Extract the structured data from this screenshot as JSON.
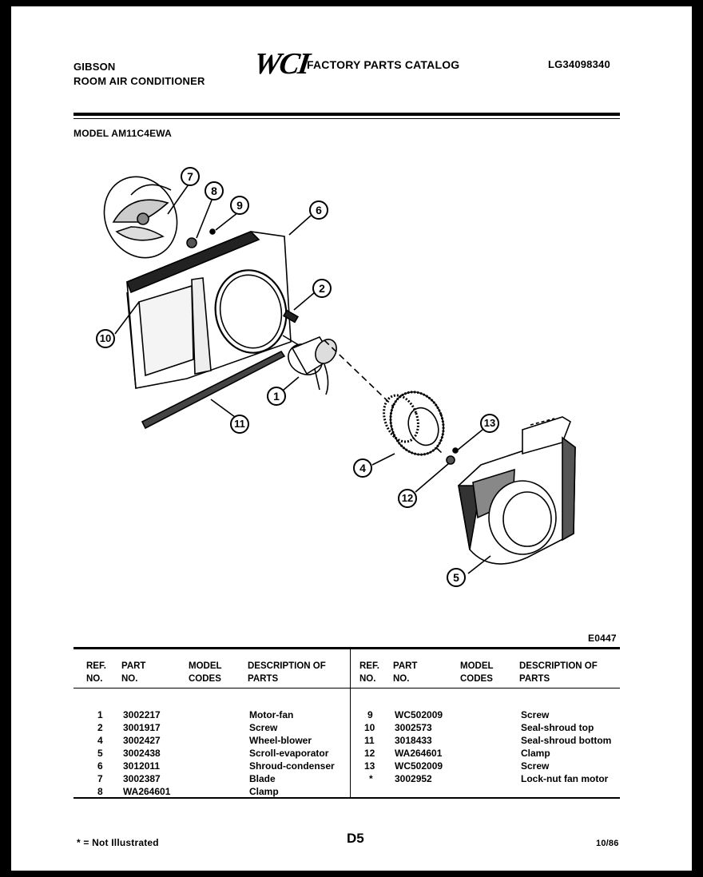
{
  "header": {
    "brand": "GIBSON",
    "product": "ROOM AIR CONDITIONER",
    "logo": "WCI",
    "catalog_title": "FACTORY PARTS CATALOG",
    "catalog_number": "LG34098340",
    "model_label": "MODEL AM11C4EWA"
  },
  "diagram": {
    "figure_id": "E0447",
    "callouts": [
      "7",
      "8",
      "9",
      "6",
      "2",
      "10",
      "1",
      "11",
      "13",
      "4",
      "12",
      "5"
    ]
  },
  "table": {
    "headers": {
      "ref_no": "REF. NO.",
      "part_no": "PART NO.",
      "model_codes": "MODEL CODES",
      "description": "DESCRIPTION OF PARTS"
    },
    "left_rows": [
      {
        "ref": "1",
        "part": "3002217",
        "code": "",
        "desc": "Motor-fan"
      },
      {
        "ref": "2",
        "part": "3001917",
        "code": "",
        "desc": "Screw"
      },
      {
        "ref": "4",
        "part": "3002427",
        "code": "",
        "desc": "Wheel-blower"
      },
      {
        "ref": "5",
        "part": "3002438",
        "code": "",
        "desc": "Scroll-evaporator"
      },
      {
        "ref": "6",
        "part": "3012011",
        "code": "",
        "desc": "Shroud-condenser"
      },
      {
        "ref": "7",
        "part": "3002387",
        "code": "",
        "desc": "Blade"
      },
      {
        "ref": "8",
        "part": "WA264601",
        "code": "",
        "desc": "Clamp"
      }
    ],
    "right_rows": [
      {
        "ref": "9",
        "part": "WC502009",
        "code": "",
        "desc": "Screw"
      },
      {
        "ref": "10",
        "part": "3002573",
        "code": "",
        "desc": "Seal-shroud top"
      },
      {
        "ref": "11",
        "part": "3018433",
        "code": "",
        "desc": "Seal-shroud bottom"
      },
      {
        "ref": "12",
        "part": "WA264601",
        "code": "",
        "desc": "Clamp"
      },
      {
        "ref": "13",
        "part": "WC502009",
        "code": "",
        "desc": "Screw"
      },
      {
        "ref": "*",
        "part": "3002952",
        "code": "",
        "desc": "Lock-nut fan motor"
      }
    ]
  },
  "footer": {
    "note": "* = Not Illustrated",
    "page": "D5",
    "date": "10/86"
  }
}
